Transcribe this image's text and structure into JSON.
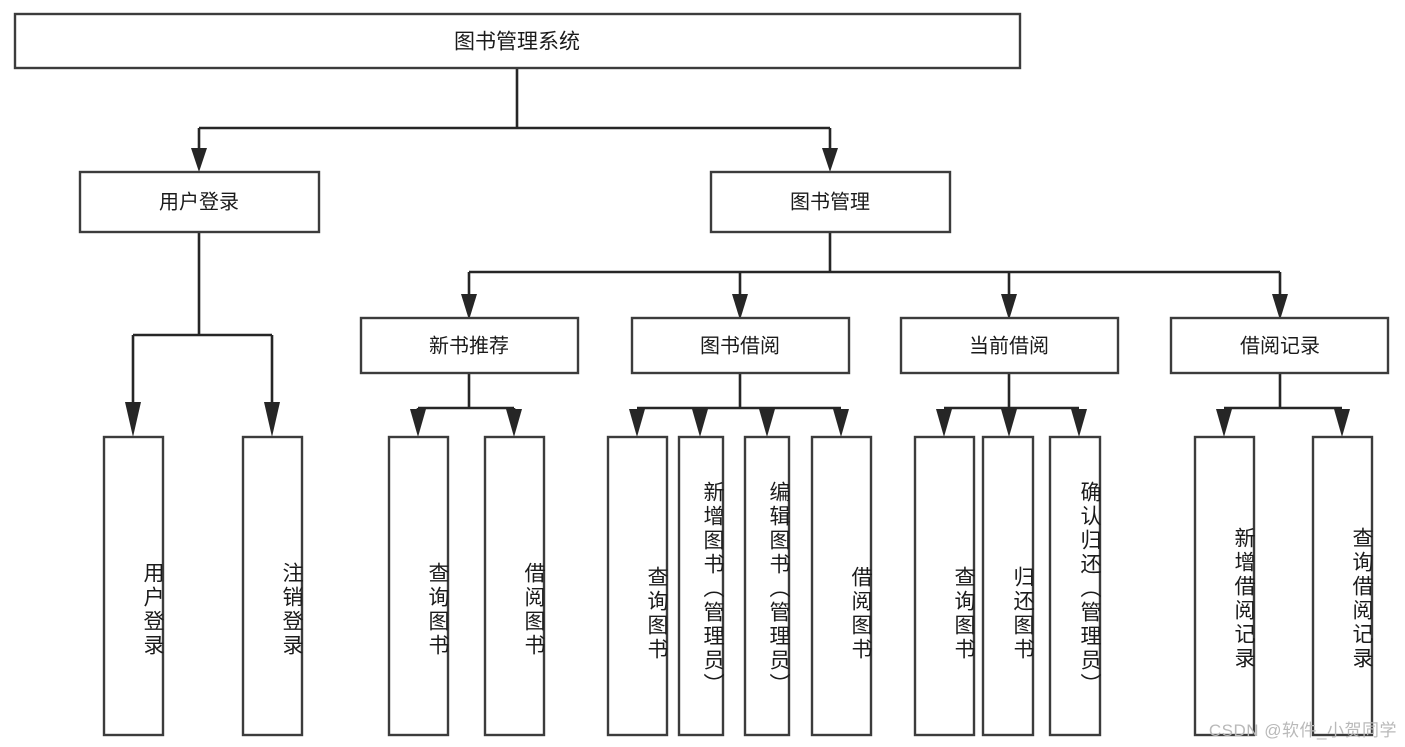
{
  "diagram": {
    "type": "hierarchy-tree",
    "title": "图书管理系统",
    "background_color": "#ffffff",
    "box_stroke_color": "#3c3c3c",
    "connector_color": "#262626",
    "text_color": "#1b1b1b",
    "root": {
      "label": "图书管理系统"
    },
    "level2": [
      {
        "label": "用户登录"
      },
      {
        "label": "图书管理"
      }
    ],
    "level3": [
      {
        "label": "新书推荐"
      },
      {
        "label": "图书借阅"
      },
      {
        "label": "当前借阅"
      },
      {
        "label": "借阅记录"
      }
    ],
    "leaves": {
      "user_login": [
        {
          "label": "用户登录"
        },
        {
          "label": "注销登录"
        }
      ],
      "new_book_recommend": [
        {
          "label": "查询图书"
        },
        {
          "label": "借阅图书"
        }
      ],
      "book_borrow": [
        {
          "label": "查询图书"
        },
        {
          "label": "新增图书（管理员）"
        },
        {
          "label": "编辑图书（管理员）"
        },
        {
          "label": "借阅图书"
        }
      ],
      "current_borrow": [
        {
          "label": "查询图书"
        },
        {
          "label": "归还图书"
        },
        {
          "label": "确认归还（管理员）"
        }
      ],
      "borrow_record": [
        {
          "label": "新增借阅记录"
        },
        {
          "label": "查询借阅记录"
        }
      ]
    }
  },
  "watermark": {
    "text": "CSDN @软件_小贺同学",
    "color": "#b9b9b9"
  }
}
